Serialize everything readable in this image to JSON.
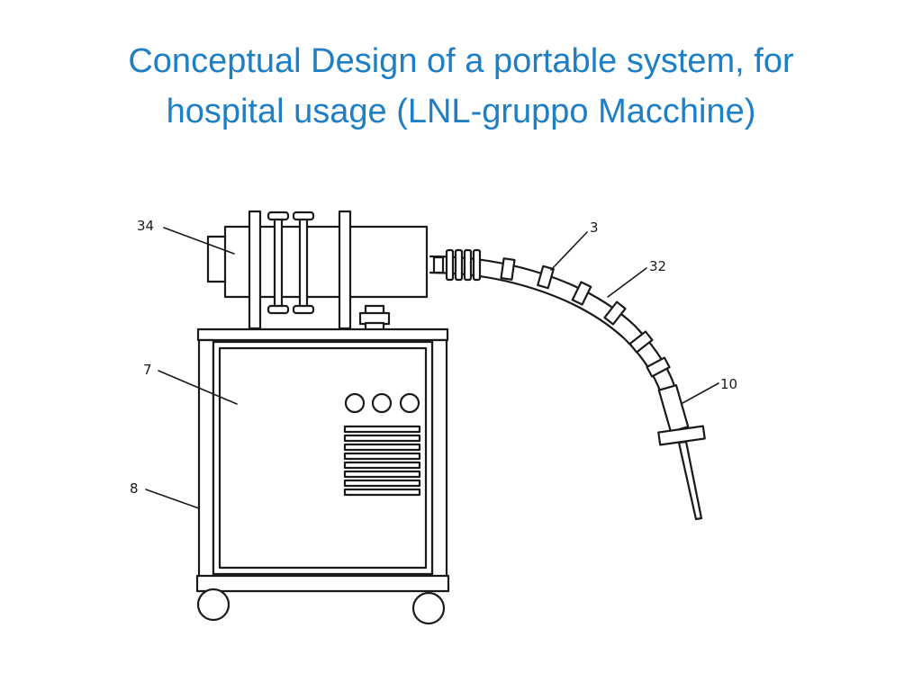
{
  "slide": {
    "title_line1": "Conceptual Design of a portable system, for",
    "title_line2": "hospital usage (LNL-gruppo Macchine)",
    "title_color": "#1f7fc4"
  },
  "diagram": {
    "callouts": {
      "head": "34",
      "cabinet": "7",
      "frame": "8",
      "tube_segment": "3",
      "tube_arm": "32",
      "applicator": "10"
    }
  }
}
